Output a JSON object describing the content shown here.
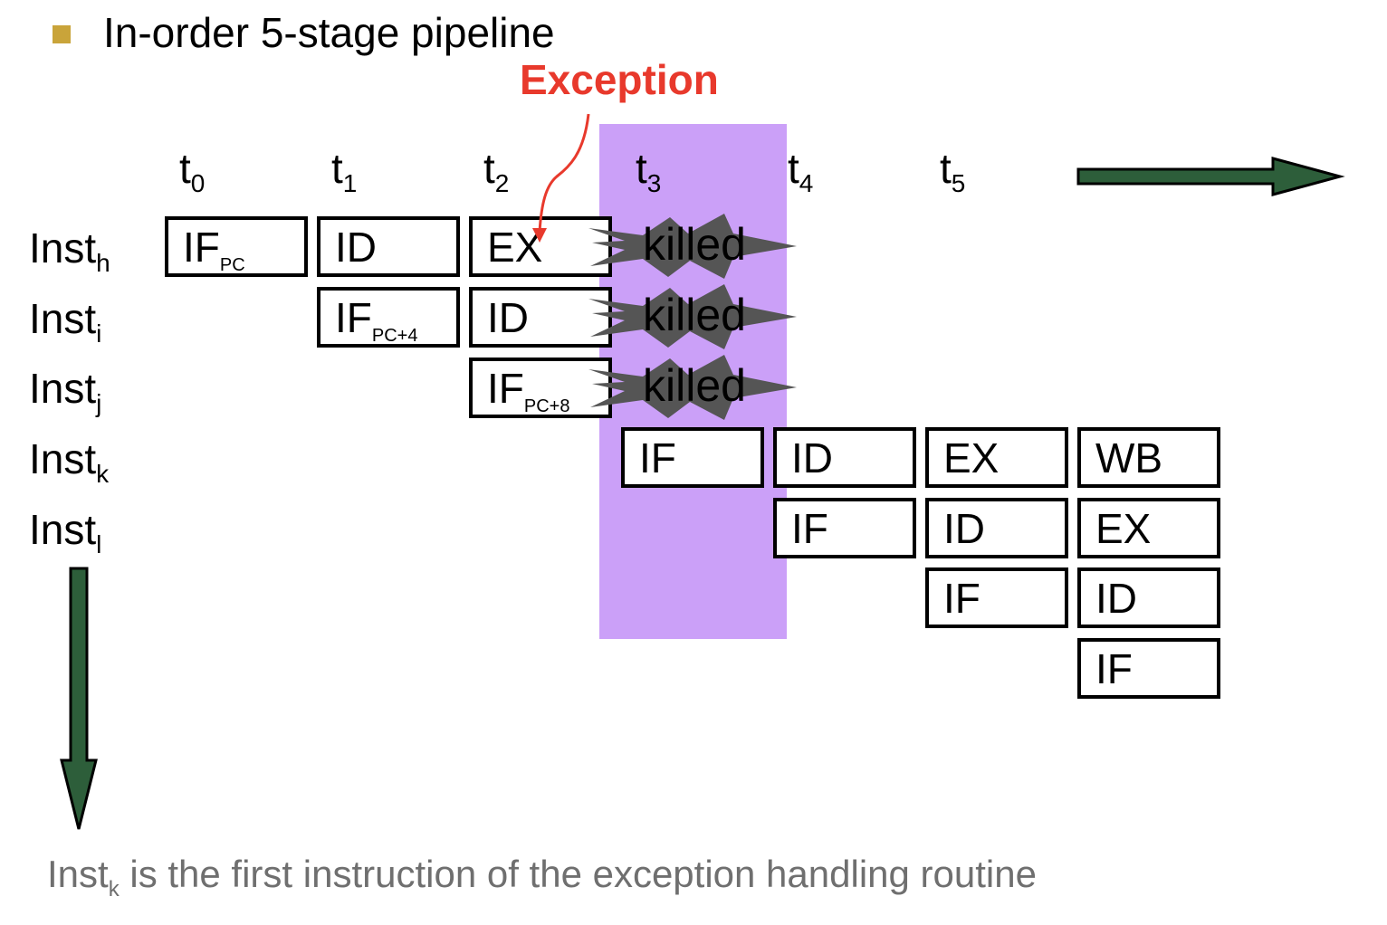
{
  "heading": "In-order 5-stage pipeline",
  "exception_label": "Exception",
  "time_steps": [
    {
      "base": "t",
      "sub": "0"
    },
    {
      "base": "t",
      "sub": "1"
    },
    {
      "base": "t",
      "sub": "2"
    },
    {
      "base": "t",
      "sub": "3"
    },
    {
      "base": "t",
      "sub": "4"
    },
    {
      "base": "t",
      "sub": "5"
    }
  ],
  "instructions": [
    {
      "base": "Inst",
      "sub": "h"
    },
    {
      "base": "Inst",
      "sub": "i"
    },
    {
      "base": "Inst",
      "sub": "j"
    },
    {
      "base": "Inst",
      "sub": "k"
    },
    {
      "base": "Inst",
      "sub": "l"
    }
  ],
  "stages": {
    "h_t0": {
      "text": "IF",
      "sub": "PC"
    },
    "h_t1": {
      "text": "ID"
    },
    "h_t2": {
      "text": "EX"
    },
    "i_t1": {
      "text": "IF",
      "sub": "PC+4"
    },
    "i_t2": {
      "text": "ID"
    },
    "j_t2": {
      "text": "IF",
      "sub": "PC+8"
    },
    "k_t3": {
      "text": "IF"
    },
    "k_t4": {
      "text": "ID"
    },
    "k_t5": {
      "text": "EX"
    },
    "k_t6": {
      "text": "WB"
    },
    "l_t4": {
      "text": "IF"
    },
    "l_t5": {
      "text": "ID"
    },
    "l_t6": {
      "text": "EX"
    },
    "m_t5": {
      "text": "IF"
    },
    "m_t6": {
      "text": "ID"
    },
    "n_t6": {
      "text": "IF"
    }
  },
  "killed_label": "killed",
  "footer": {
    "pre": "Inst",
    "sub": "k",
    "post": " is the first instruction of the exception handling routine"
  },
  "colors": {
    "exception": "#e8392c",
    "highlight": "#cba0f8",
    "arrow": "#2d5e3a",
    "bullet": "#c9a43a",
    "footer_text": "#6f6f6f",
    "killed_burst": "#555555"
  },
  "icons": {
    "bullet": "square-bullet",
    "time_arrow": "right-arrow-icon",
    "instruction_arrow": "down-arrow-icon",
    "burst": "explosion-icon"
  }
}
